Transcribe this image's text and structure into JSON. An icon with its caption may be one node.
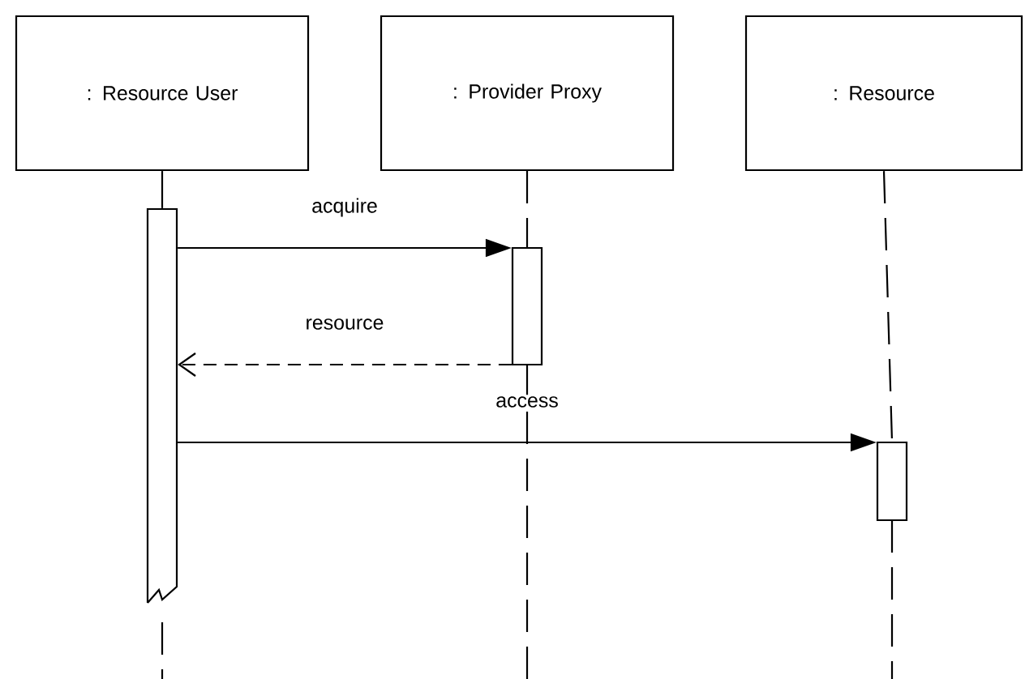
{
  "diagram": {
    "nodes": [
      {
        "text": [
          ": Resource User"
        ]
      },
      {
        "text": [
          ": Provider Proxy"
        ]
      },
      {
        "text": [
          ": Resource"
        ]
      },
      {
        "text": [],
        "shape": "bar"
      },
      {
        "text": [],
        "shape": "bar"
      },
      {
        "text": [],
        "shape": "bar"
      }
    ],
    "edges": [
      {
        "from": 3,
        "to": 4,
        "arrow": "to",
        "label": "acquire"
      },
      {
        "from": 4,
        "to": 3,
        "arrow": "to",
        "label": "resource",
        "style": "dashed"
      },
      {
        "from": 3,
        "to": 5,
        "arrow": "to",
        "label": "access"
      },
      {
        "from": 0,
        "to": 3,
        "arrow": "none"
      },
      {
        "from": 1,
        "to": 4,
        "arrow": "none",
        "style": "dashed"
      },
      {
        "from": 2,
        "to": 5,
        "arrow": "none",
        "style": "dashed"
      }
    ]
  }
}
